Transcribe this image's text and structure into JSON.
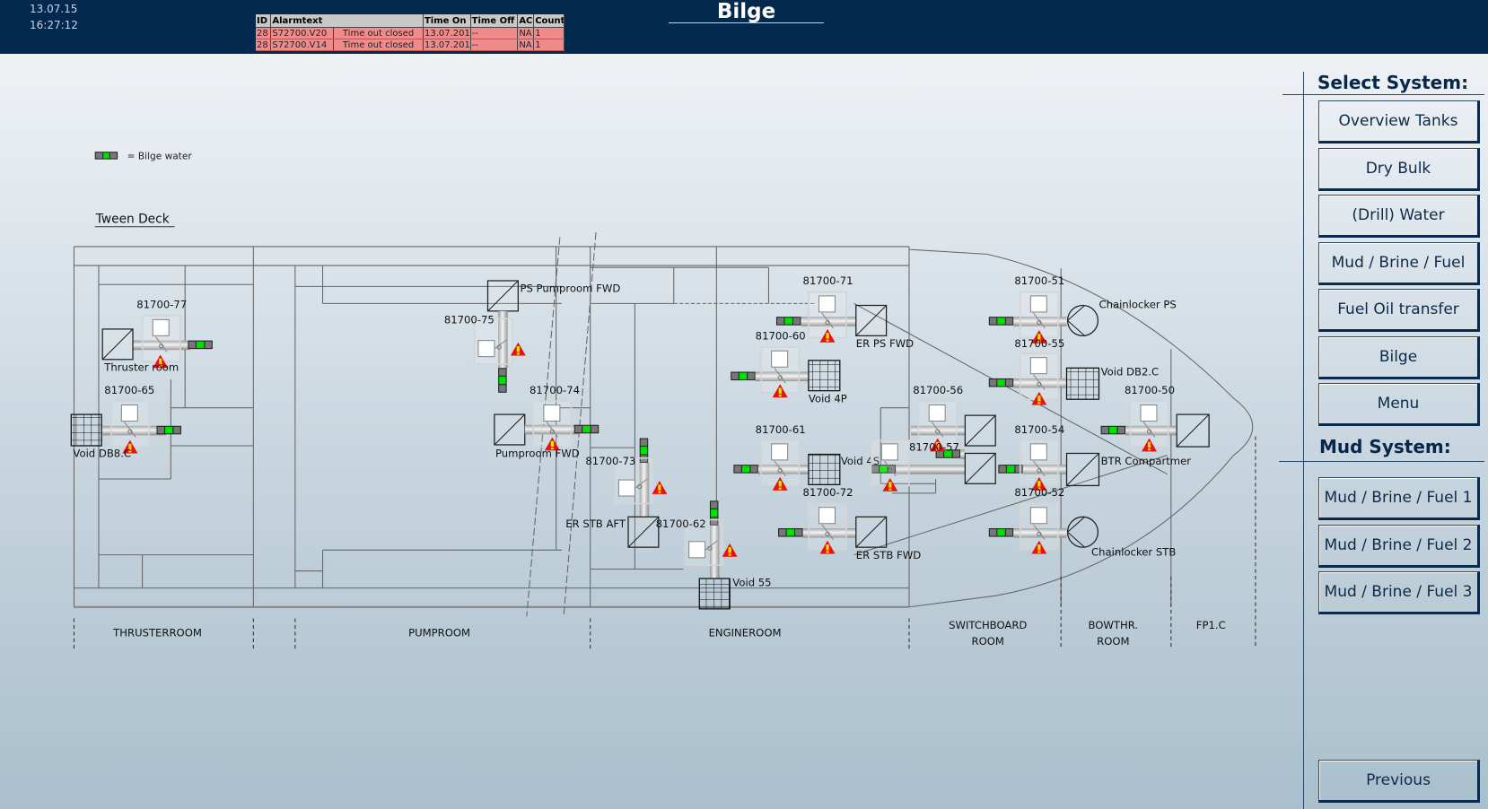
{
  "header": {
    "date": "13.07.15",
    "time": "16:27:12",
    "title": "Bilge"
  },
  "alarms": {
    "columns": [
      "ID",
      "Alarmtext",
      "Time On",
      "Time Off",
      "AC",
      "Count"
    ],
    "rows": [
      {
        "id": "28",
        "tag": "S72700.V20",
        "text": "Time out closed",
        "time_on": "13.07.201",
        "time_off": "--",
        "ack": "NA",
        "count": "1"
      },
      {
        "id": "28",
        "tag": "S72700.V14",
        "text": "Time out closed",
        "time_on": "13.07.201",
        "time_off": "--",
        "ack": "NA",
        "count": "1"
      }
    ]
  },
  "legend": {
    "label": "= Bilge water",
    "icon": "bilge-indicator-icon"
  },
  "deck_title": "Tween Deck",
  "valves": [
    {
      "id": "81700-77"
    },
    {
      "id": "81700-65"
    },
    {
      "id": "81700-75"
    },
    {
      "id": "81700-74"
    },
    {
      "id": "81700-73"
    },
    {
      "id": "81700-62"
    },
    {
      "id": "81700-71"
    },
    {
      "id": "81700-60"
    },
    {
      "id": "81700-61"
    },
    {
      "id": "81700-72"
    },
    {
      "id": "81700-56"
    },
    {
      "id": "81700-57"
    },
    {
      "id": "81700-51"
    },
    {
      "id": "81700-55"
    },
    {
      "id": "81700-54"
    },
    {
      "id": "81700-52"
    },
    {
      "id": "81700-50"
    }
  ],
  "compartments": [
    "Thruster room",
    "Void DB8.C",
    "PS Pumproom FWD",
    "Pumproom FWD",
    "ER STB AFT",
    "Void 55",
    "ER PS FWD",
    "Void 4P",
    "Void 4S",
    "ER STB FWD",
    "Chainlocker PS",
    "Void DB2.C",
    "BTR Compartmer",
    "Chainlocker STB"
  ],
  "zones": [
    "THRUSTERROOM",
    "PUMPROOM",
    "ENGINEROOM",
    "SWITCHBOARD",
    "ROOM",
    "BOWTHR.",
    "ROOM",
    "FP1.C"
  ],
  "colors": {
    "indicator_active": "#00e000",
    "alarm": "#e81010",
    "header_bg": "#03284e"
  },
  "sidebar": {
    "select_heading": "Select System:",
    "select_buttons": [
      "Overview Tanks",
      "Dry Bulk",
      "(Drill) Water",
      "Mud / Brine / Fuel",
      "Fuel Oil transfer",
      "Bilge",
      "Menu"
    ],
    "mud_heading": "Mud System:",
    "mud_buttons": [
      "Mud / Brine / Fuel 1",
      "Mud / Brine / Fuel 2",
      "Mud / Brine / Fuel 3"
    ],
    "previous_label": "Previous"
  }
}
